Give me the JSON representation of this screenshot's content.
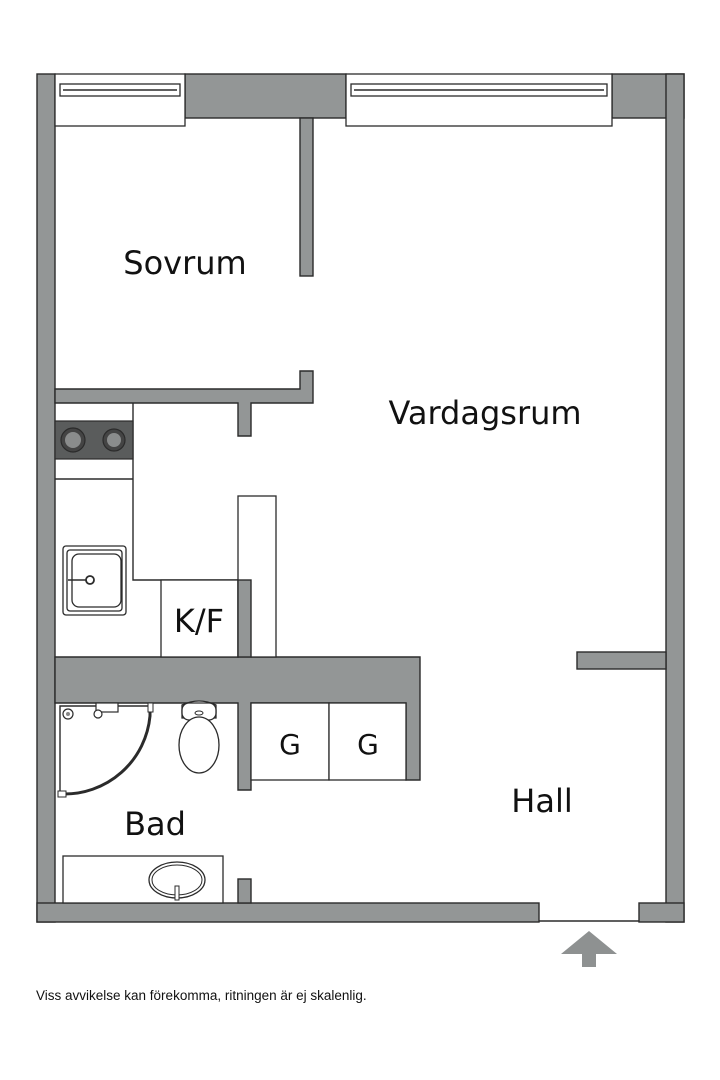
{
  "floorplan": {
    "rooms": [
      {
        "id": "sovrum",
        "label": "Sovrum"
      },
      {
        "id": "vardagsrum",
        "label": "Vardagsrum"
      },
      {
        "id": "kf",
        "label": "K/F"
      },
      {
        "id": "bad",
        "label": "Bad"
      },
      {
        "id": "hall",
        "label": "Hall"
      }
    ],
    "closets": [
      {
        "label": "G"
      },
      {
        "label": "G"
      }
    ],
    "entrance": "entrance-arrow-icon",
    "colors": {
      "wall": "#939696",
      "outline": "#2b2b2b",
      "stove": "#5a5c5c",
      "background": "#ffffff"
    }
  },
  "disclaimer": "Viss avvikelse kan förekomma, ritningen är ej skalenlig."
}
